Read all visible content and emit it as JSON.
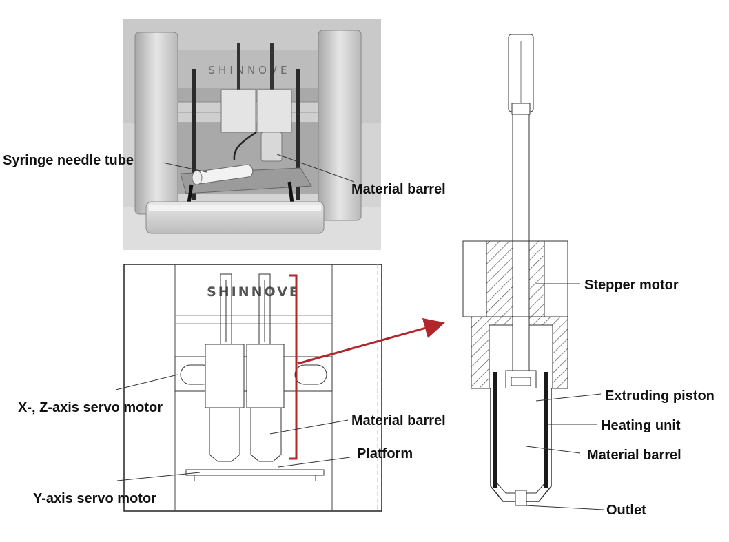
{
  "photo": {
    "logo": "SHINNOVE",
    "labels": {
      "syringe_needle_tube": "Syringe needle tube",
      "material_barrel": "Material barrel"
    }
  },
  "front_view": {
    "logo": "SHINNOVE",
    "labels": {
      "xz_axis_servo_motor": "X-, Z-axis servo motor",
      "material_barrel": "Material barrel",
      "platform": "Platform",
      "y_axis_servo_motor": "Y-axis servo motor"
    }
  },
  "cross_section": {
    "labels": {
      "stepper_motor": "Stepper motor",
      "extruding_piston": "Extruding piston",
      "heating_unit": "Heating unit",
      "material_barrel": "Material barrel",
      "outlet": "Outlet"
    }
  },
  "colors": {
    "callout_bracket": "#b0262a",
    "heating_element": "#1a1a1a"
  }
}
